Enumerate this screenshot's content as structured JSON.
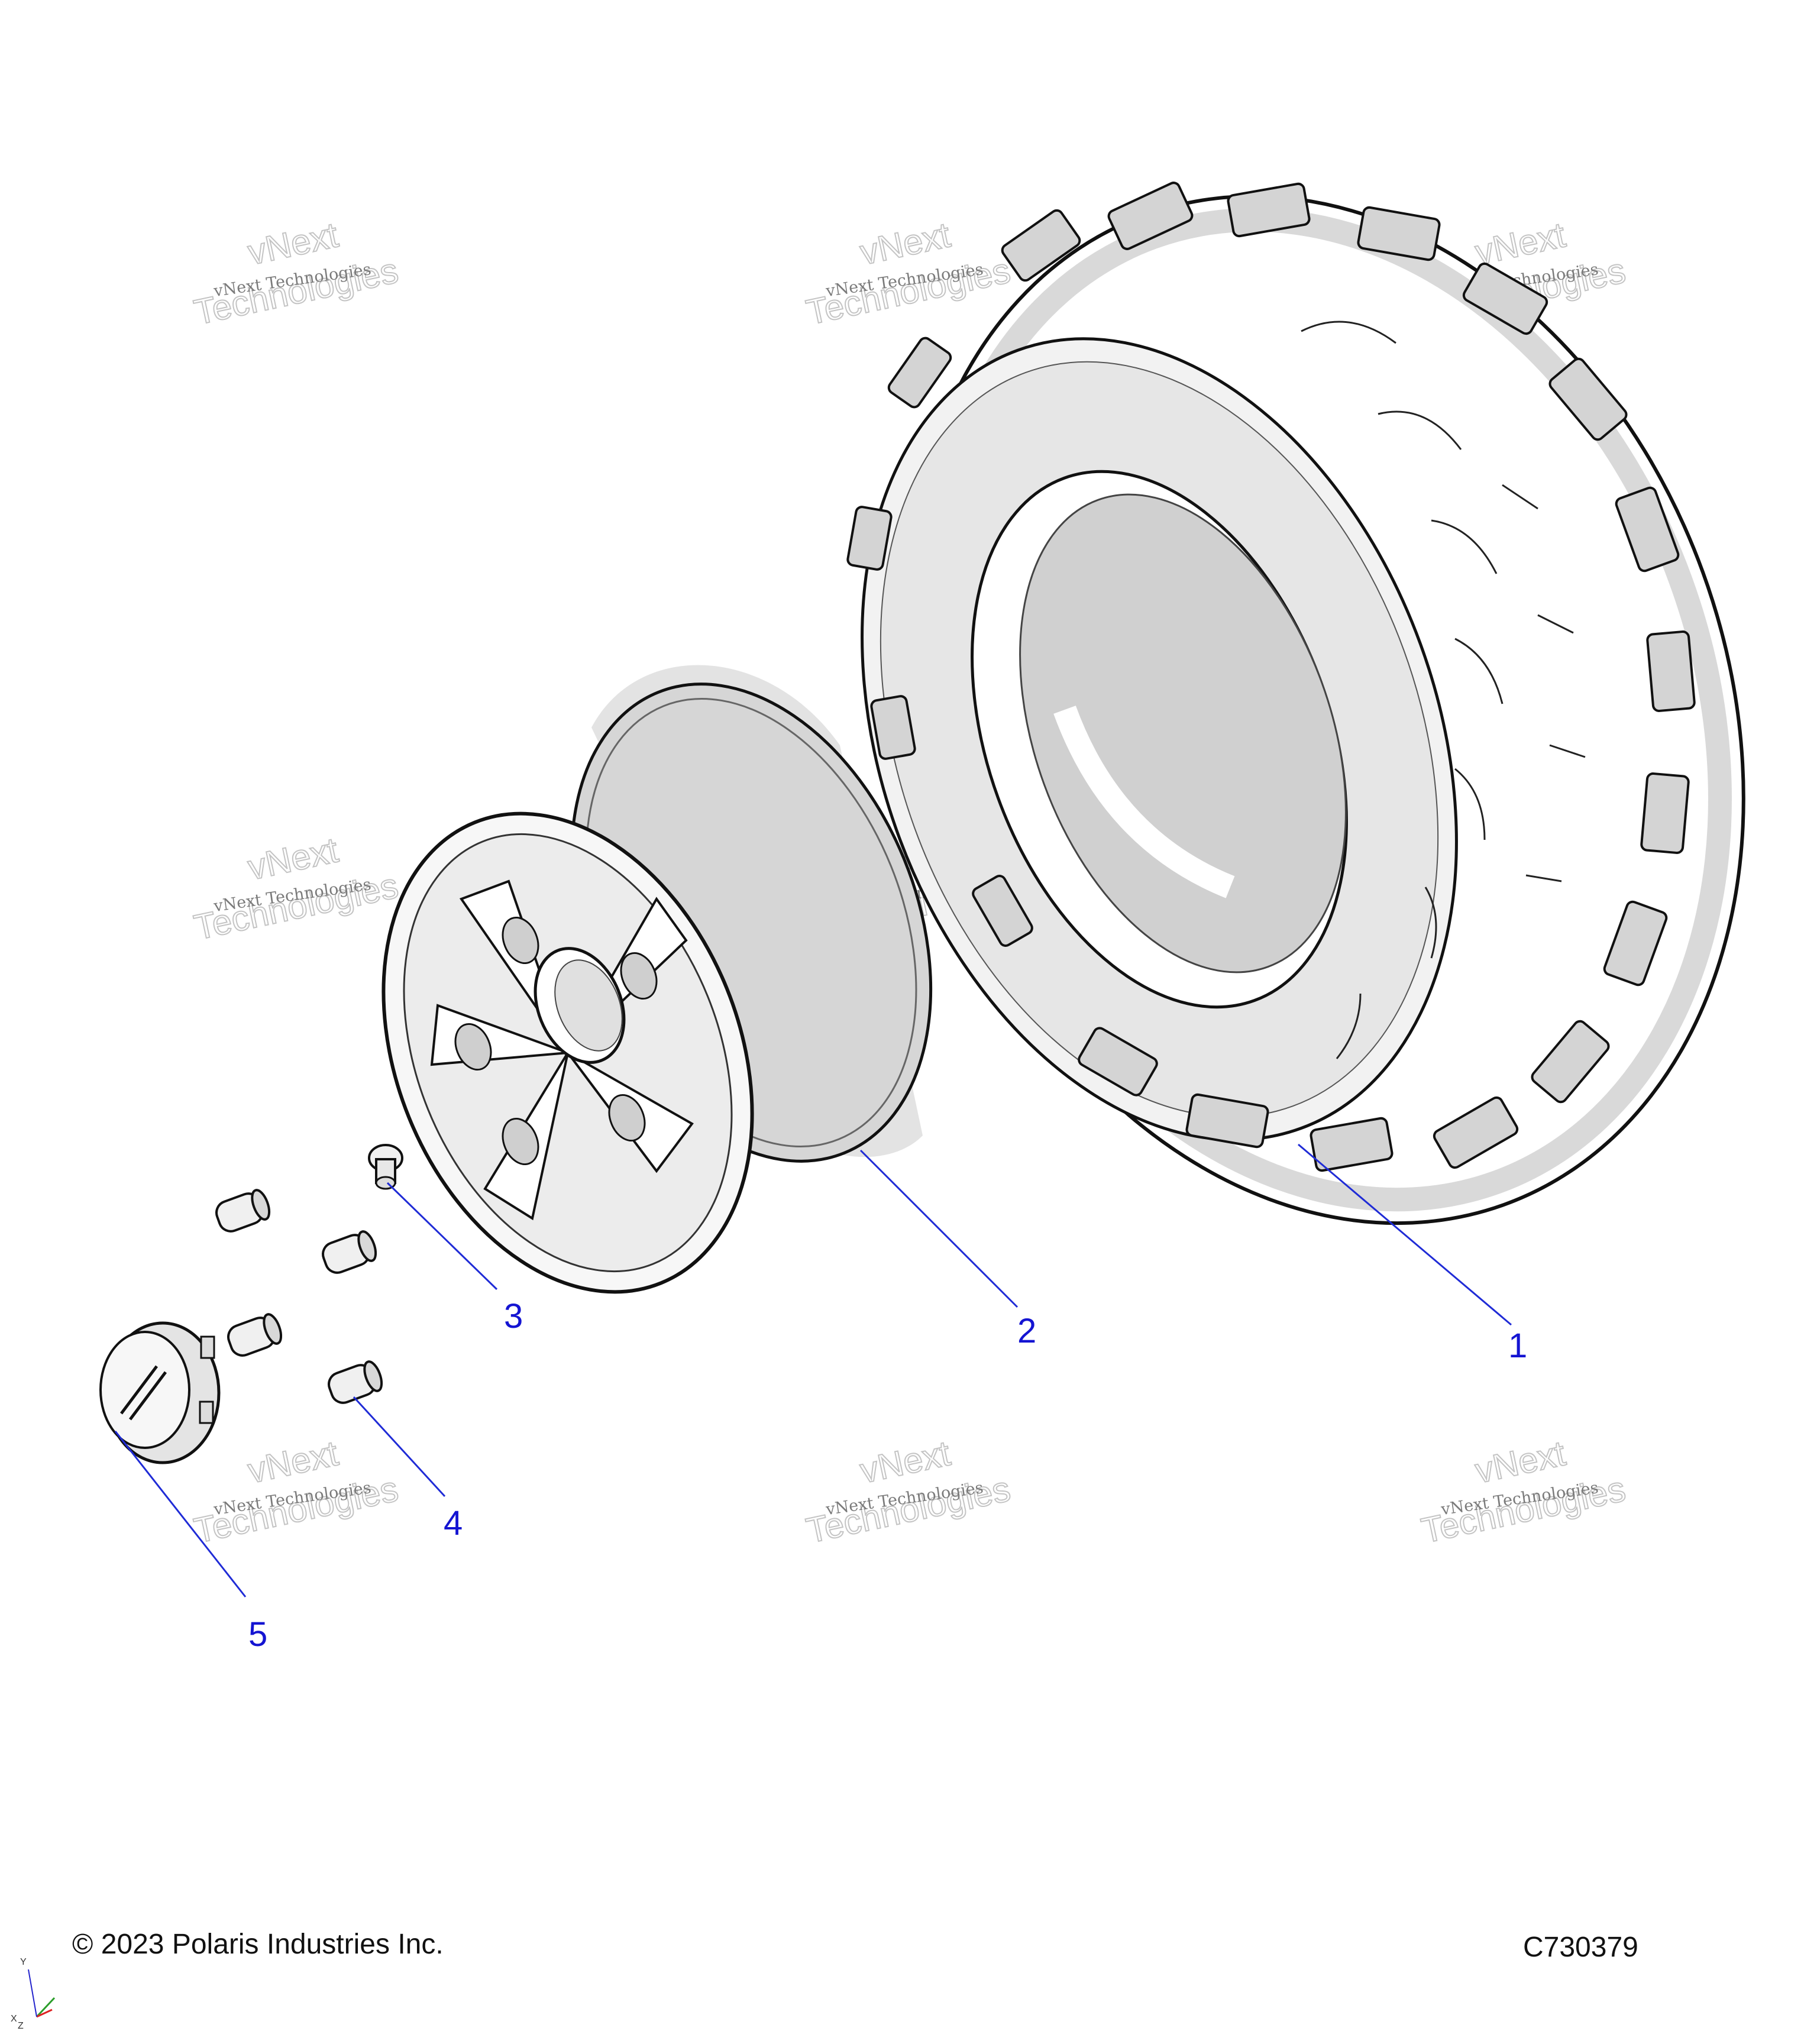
{
  "callouts": [
    {
      "number": "1",
      "part": "tire"
    },
    {
      "number": "2",
      "part": "wheel"
    },
    {
      "number": "3",
      "part": "valve-stem"
    },
    {
      "number": "4",
      "part": "lug-nut"
    },
    {
      "number": "5",
      "part": "center-cap"
    }
  ],
  "watermark": {
    "line_small": "vNext Technologies",
    "line_big_1": "vNext",
    "line_big_2": "Technologies"
  },
  "footer": {
    "copyright": "© 2023 Polaris Industries Inc.",
    "figure_code": "C730379"
  },
  "axis_triad": {
    "x": "X",
    "y": "Y",
    "z": "Z"
  },
  "colors": {
    "callout": "#1414d2",
    "leader": "#1f2bd6",
    "line_art": "#111111",
    "shade": "#c9c9c9"
  }
}
